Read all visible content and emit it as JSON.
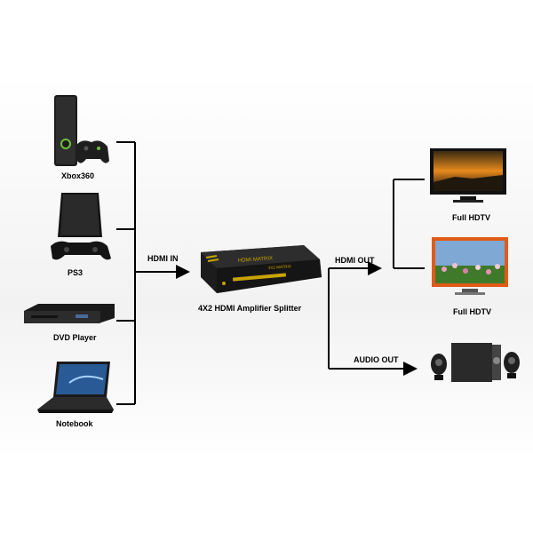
{
  "inputs": {
    "header": "HDMI IN",
    "devices": [
      {
        "label": "Xbox360",
        "icon": "xbox360-icon"
      },
      {
        "label": "PS3",
        "icon": "ps3-icon"
      },
      {
        "label": "DVD Player",
        "icon": "dvd-player-icon"
      },
      {
        "label": "Notebook",
        "icon": "notebook-icon"
      }
    ]
  },
  "splitter": {
    "label": "4X2 HDMI Amplifier Splitter",
    "face_text": "HDMI MATRIX",
    "face_subtext": "4X2 MATRIX",
    "icon": "splitter-icon"
  },
  "outputs": {
    "hdmi_header": "HDMI OUT",
    "audio_header": "AUDIO OUT",
    "tvs": [
      {
        "label": "Full HDTV",
        "icon": "tv-sunset-icon"
      },
      {
        "label": "Full HDTV",
        "icon": "tv-flowers-icon"
      }
    ],
    "speaker_icon": "speaker-system-icon"
  },
  "colors": {
    "line": "#000000",
    "splitter_body": "#2a2a2a",
    "splitter_accent": "#c8a400",
    "tv_bezel_black": "#111111",
    "tv_bezel_orange": "#e05a18"
  }
}
